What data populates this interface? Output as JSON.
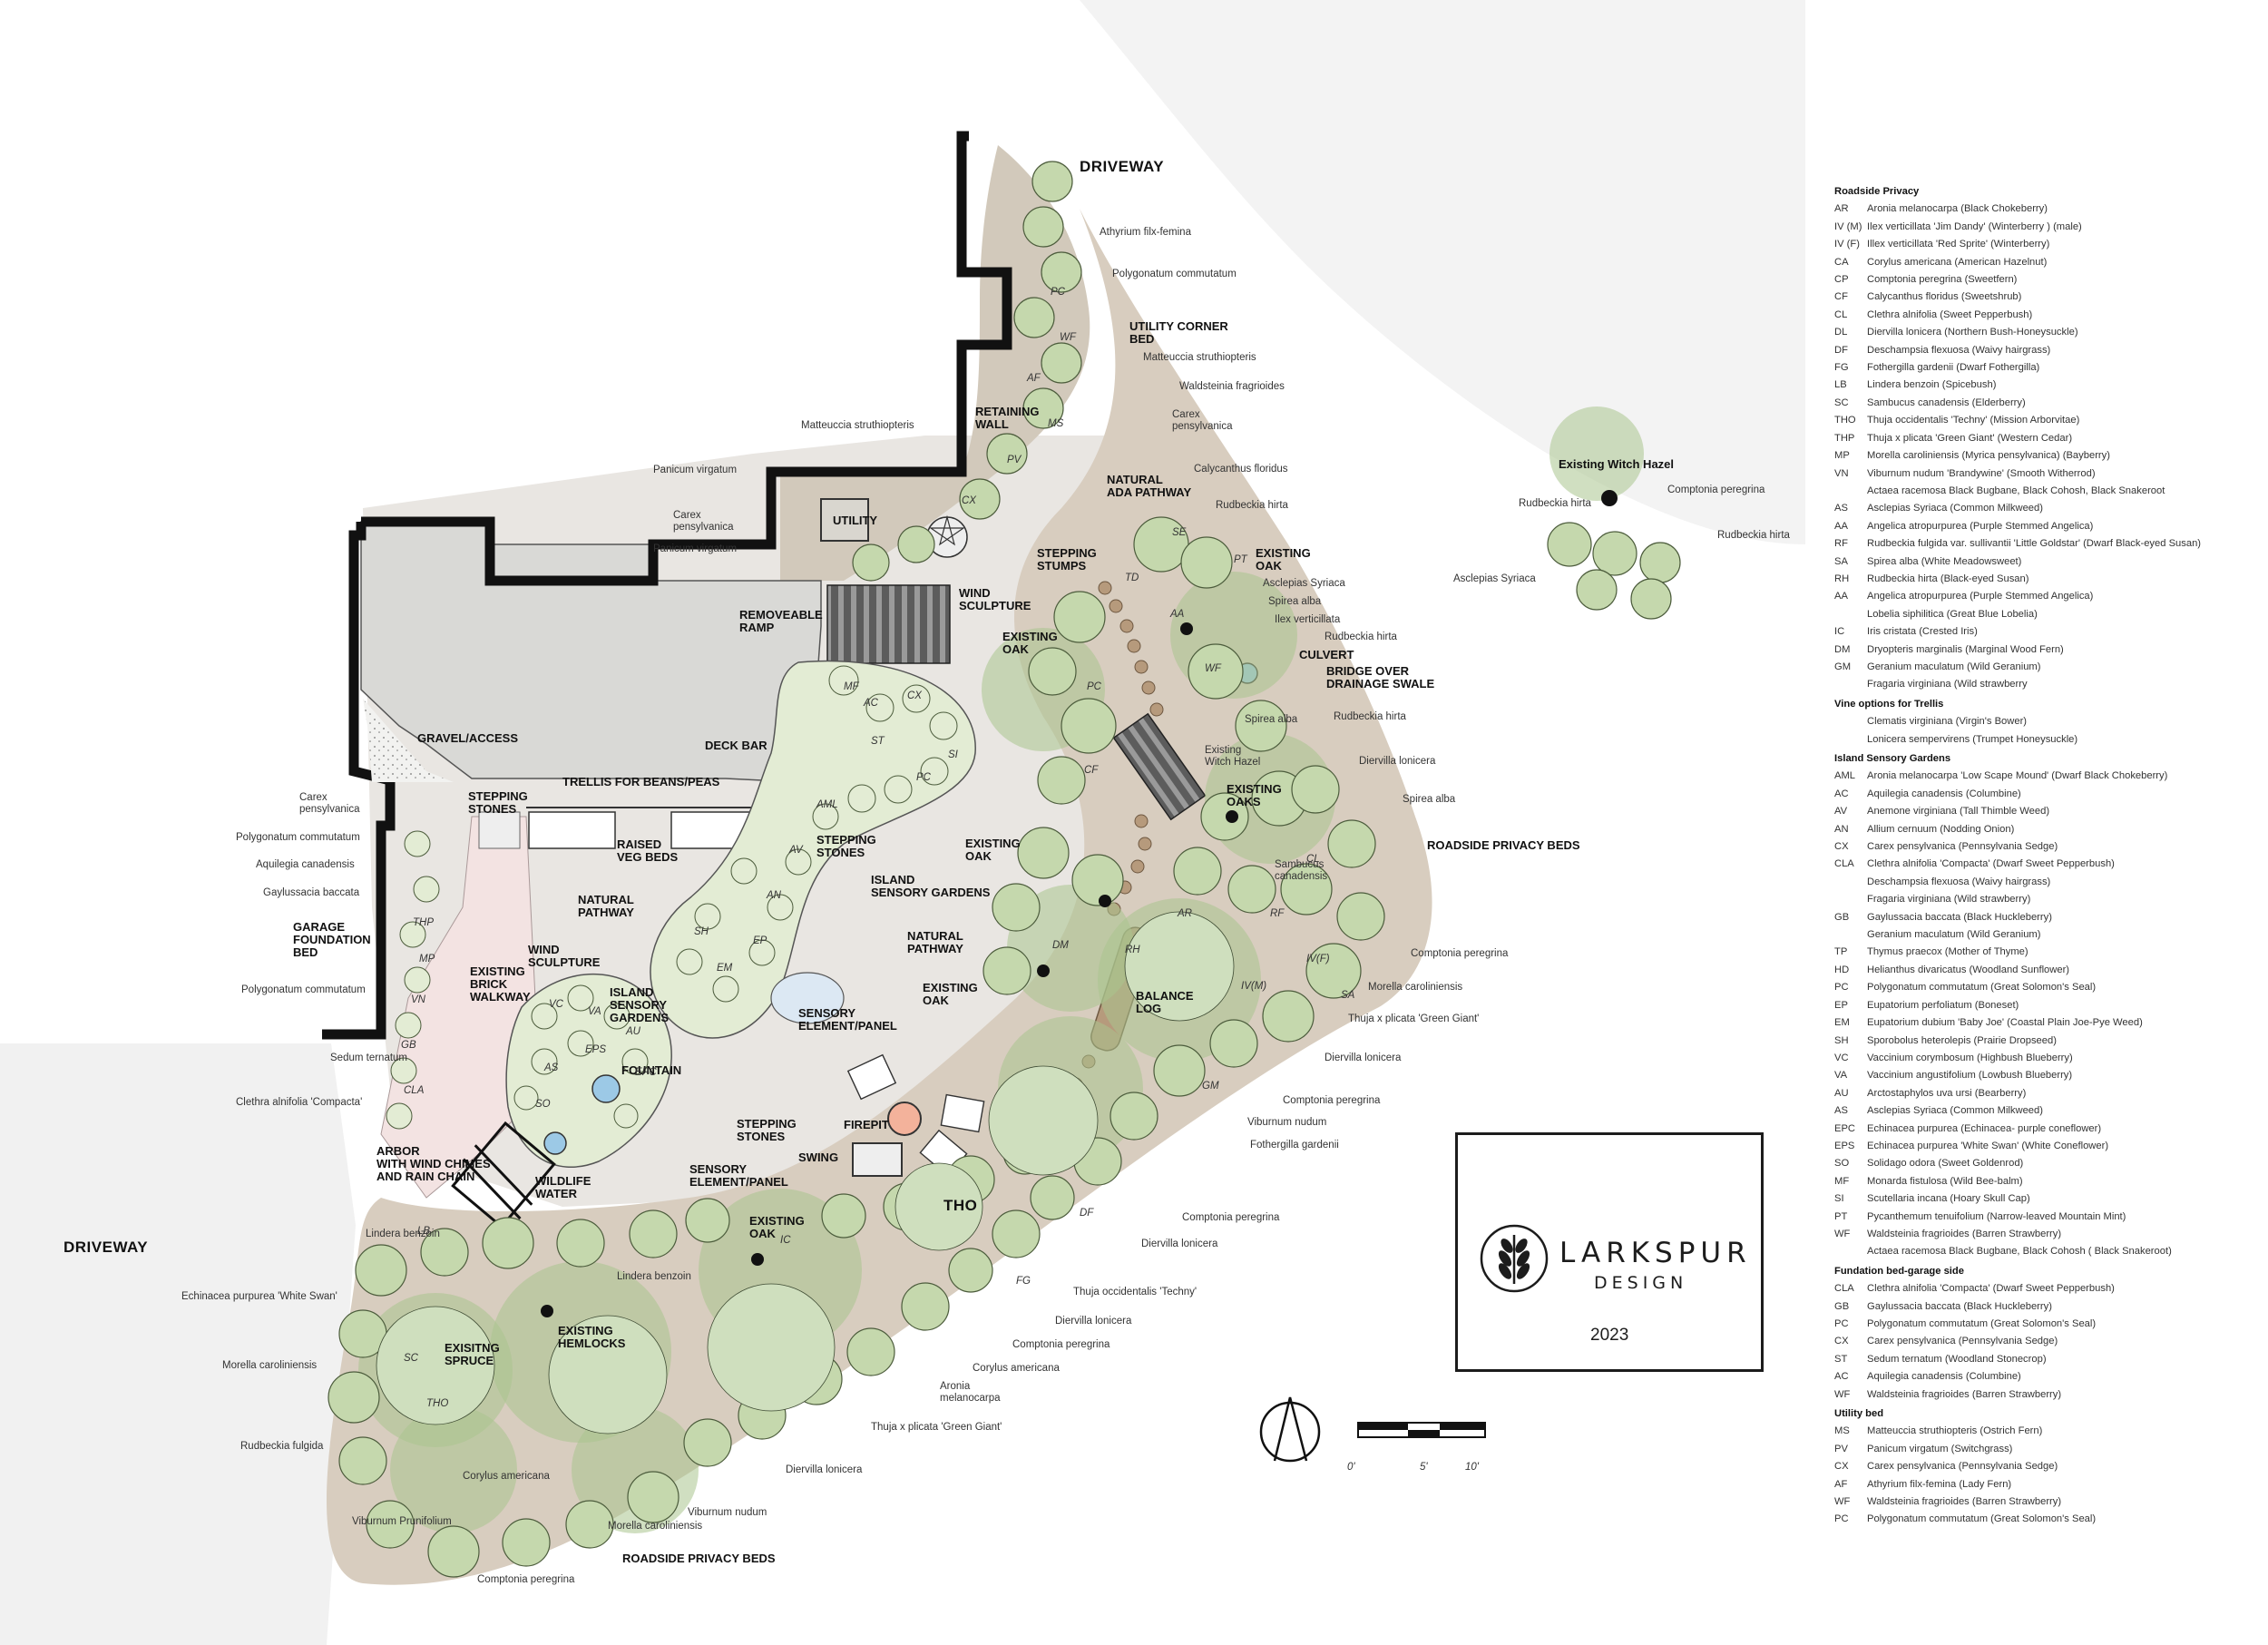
{
  "plan": {
    "driveway_top": "DRIVEWAY",
    "driveway_left": "DRIVEWAY",
    "roadside_privacy_beds": "ROADSIDE PRIVACY BEDS",
    "roadside_privacy_beds_bottom": "ROADSIDE PRIVACY BEDS",
    "utility_corner_bed": [
      "UTILITY CORNER",
      "BED"
    ],
    "retaining_wall": [
      "RETAINING",
      "WALL"
    ],
    "natural_ada_pathway": [
      "NATURAL",
      "ADA PATHWAY"
    ],
    "utility": "UTILITY",
    "wind_sculpture_top": [
      "WIND",
      "SCULPTURE"
    ],
    "removeable_ramp": [
      "REMOVEABLE",
      "RAMP"
    ],
    "gravel_access": "GRAVEL/ACCESS",
    "deck_bar": "DECK BAR",
    "stepping_stones_deck": [
      "STEPPING",
      "STONES"
    ],
    "trellis": "TRELLIS FOR BEANS/PEAS",
    "raised_veg_beds": [
      "RAISED",
      "VEG BEDS"
    ],
    "garage_foundation_bed": [
      "GARAGE",
      "FOUNDATION",
      "BED"
    ],
    "existing_brick_walkway": [
      "EXISTING",
      "BRICK",
      "WALKWAY"
    ],
    "natural_pathway_1": [
      "NATURAL",
      "PATHWAY"
    ],
    "natural_pathway_2": [
      "NATURAL",
      "PATHWAY"
    ],
    "wind_sculpture_mid": [
      "WIND",
      "SCULPTURE"
    ],
    "island_sensory_gardens_1": [
      "ISLAND",
      "SENSORY",
      "GARDENS"
    ],
    "island_sensory_gardens_2": [
      "ISLAND",
      "SENSORY GARDENS"
    ],
    "stepping_stones_island": [
      "STEPPING",
      "STONES"
    ],
    "sensory_element_1": [
      "SENSORY",
      "ELEMENT/PANEL"
    ],
    "sensory_element_2": [
      "SENSORY",
      "ELEMENT/PANEL"
    ],
    "fountain": "FOUNTAIN",
    "stepping_stones_low": [
      "STEPPING",
      "STONES"
    ],
    "firepit": "FIREPIT",
    "swing": "SWING",
    "arbor": [
      "ARBOR",
      "WITH WIND CHIMES",
      "AND RAIN CHAIN"
    ],
    "wildlife_water": [
      "WILDLIFE",
      "WATER"
    ],
    "stepping_stumps": [
      "STEPPING",
      "STUMPS"
    ],
    "existing_oak_1": [
      "EXISTING",
      "OAK"
    ],
    "existing_oak_2": [
      "EXISTING",
      "OAK"
    ],
    "existing_oak_3": [
      "EXISTING",
      "OAK"
    ],
    "existing_oak_4": [
      "EXISTING",
      "OAK"
    ],
    "existing_oak_5": [
      "EXISTING",
      "OAK"
    ],
    "existing_oaks": [
      "EXISTING",
      "OAKS"
    ],
    "existing_witch_hazel_center": [
      "Existing",
      "Witch Hazel"
    ],
    "culvert": "CULVERT",
    "bridge": [
      "BRIDGE OVER",
      "DRAINAGE SWALE"
    ],
    "balance_log": [
      "BALANCE",
      "LOG"
    ],
    "existing_spruce": [
      "EXISITNG",
      "SPRUCE"
    ],
    "existing_hemlocks": [
      "EXISTING",
      "HEMLOCKS"
    ],
    "existing_witch_hazel": "Existing Witch Hazel",
    "tho": "THO",
    "plant_labels": {
      "athyrium": "Athyrium filx-femina",
      "polygonatum_top": "Polygonatum commutatum",
      "matteuccia_1": "Matteuccia struthiopteris",
      "waldsteinia": "Waldsteinia fragrioides",
      "carex_top": [
        "Carex",
        "pensylvanica"
      ],
      "matteuccia_2": "Matteuccia struthiopteris",
      "panicum_1": "Panicum virgatum",
      "carex_util": [
        "Carex",
        "pensylvanica"
      ],
      "panicum_2": "Panicum virgatum",
      "calycanthus": "Calycanthus floridus",
      "rudbeckia_1": "Rudbeckia hirta",
      "asclepias_1": "Asclepias Syriaca",
      "spirea_1": "Spirea alba",
      "ilex": "Ilex verticillata",
      "rudbeckia_2": "Rudbeckia hirta",
      "spirea_2": "Spirea alba",
      "rudbeckia_3": "Rudbeckia hirta",
      "diervilla_1": "Diervilla lonicera",
      "spirea_3": "Spirea alba",
      "sambucus": [
        "Sambucus",
        "canadensis"
      ],
      "comptonia_1": "Comptonia peregrina",
      "morella_1": "Morella caroliniensis",
      "thuja_1": "Thuja x plicata 'Green Giant'",
      "diervilla_2": "Diervilla lonicera",
      "comptonia_2": "Comptonia peregrina",
      "viburnum_1": "Viburnum nudum",
      "fothergilla": "Fothergilla gardenii",
      "comptonia_3": "Comptonia peregrina",
      "diervilla_3": "Diervilla lonicera",
      "thuja_techny": "Thuja occidentalis 'Techny'",
      "diervilla_4": "Diervilla lonicera",
      "comptonia_4": "Comptonia peregrina",
      "corylus_1": "Corylus americana",
      "aronia": [
        "Aronia",
        "melanocarpa"
      ],
      "thuja_2": "Thuja x plicata 'Green Giant'",
      "diervilla_5": "Diervilla lonicera",
      "viburnum_2": "Viburnum nudum",
      "morella_2": "Morella caroliniensis",
      "comptonia_5": "Comptonia peregrina",
      "viburnum_prunifolium": "Viburnum Prunifolium",
      "corylus_2": "Corylus americana",
      "rudbeckia_fulgida": "Rudbeckia fulgida",
      "morella_3": "Morella caroliniensis",
      "echinacea": "Echinacea purpurea 'White Swan'",
      "lindera_1": "Lindera benzoin",
      "lindera_2": "Lindera benzoin",
      "carex_garage": [
        "Carex",
        "pensylvanica"
      ],
      "polygonatum_g1": "Polygonatum commutatum",
      "aquilegia": "Aquilegia canadensis",
      "gaylussacia": "Gaylussacia  baccata",
      "polygonatum_g2": "Polygonatum commutatum",
      "sedum": "Sedum ternatum",
      "clethra": "Clethra alnifolia 'Compacta'",
      "rudbeckia_wh1": "Rudbeckia hirta",
      "comptonia_wh": "Comptonia peregrina",
      "rudbeckia_wh2": "Rudbeckia hirta",
      "asclepias_wh": "Asclepias Syriaca"
    },
    "bed_codes": [
      "PC",
      "WF",
      "AF",
      "MS",
      "PV",
      "CX",
      "SE",
      "TD",
      "PC",
      "WF",
      "CF",
      "CL",
      "AR",
      "IV(F)",
      "IV(M)",
      "DF",
      "FG",
      "LB",
      "SC",
      "THO",
      "THP",
      "MP",
      "VN",
      "GB",
      "CLA",
      "AC",
      "CX",
      "ST",
      "PC",
      "AML",
      "AV",
      "AN",
      "EP",
      "EM",
      "SH",
      "VC",
      "VA",
      "AU",
      "AS",
      "EPC",
      "EPS",
      "SO",
      "MF",
      "SI",
      "PT",
      "AA",
      "RF",
      "SA",
      "RH",
      "DM",
      "GM",
      "IC"
    ],
    "scale_labels": [
      "0'",
      "5'",
      "10'"
    ],
    "colors": {
      "tree_canopy": "#a9c48e",
      "shrub": "#c5d8ad",
      "perennial": "#e3ecd4",
      "bed_tan": "#d8cdbf",
      "path_gray": "#e7e5e1",
      "deck_gray": "#d9d9d6",
      "brick_pink": "#f3e3e2",
      "wall_black": "#111111"
    },
    "icons": [
      "north-arrow-icon",
      "scale-bar-icon",
      "leaf-emblem-icon"
    ]
  },
  "legend": {
    "sections": [
      {
        "title": "Roadside Privacy",
        "rows": [
          [
            "AR",
            "Aronia melanocarpa (Black Chokeberry)"
          ],
          [
            "IV (M)",
            "Ilex verticillata 'Jim Dandy' (Winterberry ) (male)"
          ],
          [
            "IV (F)",
            "Illex verticillata 'Red Sprite' (Winterberry)"
          ],
          [
            "CA",
            "Corylus americana (American Hazelnut)"
          ],
          [
            "CP",
            "Comptonia peregrina (Sweetfern)"
          ],
          [
            "CF",
            "Calycanthus floridus (Sweetshrub)"
          ],
          [
            "CL",
            "Clethra alnifolia (Sweet Pepperbush)"
          ],
          [
            "DL",
            "Diervilla lonicera  (Northern Bush-Honeysuckle)"
          ],
          [
            "DF",
            "Deschampsia flexuosa (Waivy hairgrass)"
          ],
          [
            "FG",
            "Fothergilla gardenii (Dwarf Fothergilla)"
          ],
          [
            "LB",
            "Lindera benzoin (Spicebush)"
          ],
          [
            "SC",
            "Sambucus canadensis  (Elderberry)"
          ],
          [
            "THO",
            "Thuja occidentalis 'Techny' (Mission Arborvitae)"
          ],
          [
            "THP",
            "Thuja x plicata 'Green Giant' (Western Cedar)"
          ],
          [
            "MP",
            "Morella caroliniensis (Myrica pensylvanica) (Bayberry)"
          ],
          [
            "VN",
            "Viburnum nudum 'Brandywine' (Smooth Witherrod)"
          ],
          [
            "",
            "Actaea racemosa   Black Bugbane, Black Cohosh, Black Snakeroot"
          ],
          [
            "AS",
            "Asclepias Syriaca (Common Milkweed)"
          ],
          [
            "AA",
            "Angelica atropurpurea (Purple Stemmed Angelica)"
          ],
          [
            "RF",
            "Rudbeckia fulgida var. sullivantii 'Little Goldstar' (Dwarf Black-eyed Susan)"
          ],
          [
            "SA",
            "Spirea alba (White Meadowsweet)"
          ],
          [
            "RH",
            "Rudbeckia hirta (Black-eyed Susan)"
          ],
          [
            "AA",
            "Angelica atropurpurea (Purple Stemmed Angelica)"
          ],
          [
            "",
            "Lobelia siphilitica (Great Blue Lobelia)"
          ],
          [
            "IC",
            "Iris cristata (Crested Iris)"
          ],
          [
            "DM",
            "Dryopteris marginalis (Marginal Wood Fern)"
          ],
          [
            "GM",
            "Geranium maculatum  (Wild Geranium)"
          ],
          [
            "",
            "Fragaria virginiana  (Wild strawberry"
          ]
        ]
      },
      {
        "title": "Vine options for Trellis",
        "rows": [
          [
            "",
            "Clematis virginiana (Virgin's Bower)"
          ],
          [
            "",
            "Lonicera sempervirens (Trumpet Honeysuckle)"
          ]
        ]
      },
      {
        "title": "Island Sensory Gardens",
        "rows": [
          [
            "AML",
            "Aronia melanocarpa 'Low Scape Mound' (Dwarf Black Chokeberry)"
          ],
          [
            "AC",
            "Aquilegia canadensis (Columbine)"
          ],
          [
            "AV",
            "Anemone virginiana (Tall Thimble Weed)"
          ],
          [
            "AN",
            "Allium cernuum (Nodding Onion)"
          ],
          [
            "CX",
            "Carex pensylvanica  (Pennsylvania Sedge)"
          ],
          [
            "CLA",
            "Clethra alnifolia 'Compacta' (Dwarf Sweet Pepperbush)"
          ],
          [
            "",
            "Deschampsia flexuosa (Waivy hairgrass)"
          ],
          [
            "",
            "Fragaria virginiana  (Wild strawberry)"
          ],
          [
            "GB",
            "Gaylussacia baccata  (Black Huckleberry)"
          ],
          [
            "",
            "Geranium maculatum  (Wild Geranium)"
          ],
          [
            "TP",
            "Thymus praecox (Mother of Thyme)"
          ],
          [
            "HD",
            "Helianthus divaricatus (Woodland Sunflower)"
          ],
          [
            "PC",
            "Polygonatum commutatum  (Great Solomon's Seal)"
          ],
          [
            "EP",
            "Eupatorium perfoliatum (Boneset)"
          ],
          [
            "EM",
            "Eupatorium dubium 'Baby Joe' (Coastal Plain Joe-Pye Weed)"
          ],
          [
            "SH",
            "Sporobolus heterolepis (Prairie Dropseed)"
          ],
          [
            "VC",
            "Vaccinium corymbosum   (Highbush Blueberry)"
          ],
          [
            "VA",
            "Vaccinium angustifolium   (Lowbush Blueberry)"
          ],
          [
            "AU",
            "Arctostaphylos uva ursi (Bearberry)"
          ],
          [
            "AS",
            "Asclepias Syriaca (Common Milkweed)"
          ],
          [
            "EPC",
            "Echinacea purpurea  (Echinacea- purple coneflower)"
          ],
          [
            "EPS",
            "Echinacea purpurea 'White Swan' (White Coneflower)"
          ],
          [
            "SO",
            "Solidago odora (Sweet Goldenrod)"
          ],
          [
            "MF",
            "Monarda fistulosa  (Wild Bee-balm)"
          ],
          [
            "SI",
            "Scutellaria incana  (Hoary Skull Cap)"
          ],
          [
            "PT",
            "Pycanthemum tenuifolium (Narrow-leaved Mountain Mint)"
          ],
          [
            "WF",
            "Waldsteinia fragrioides (Barren Strawberry)"
          ],
          [
            "",
            "Actaea racemosa   Black Bugbane,  Black Cohosh ( Black Snakeroot)"
          ]
        ]
      },
      {
        "title": "Fundation bed-garage side",
        "rows": [
          [
            "CLA",
            "Clethra alnifolia 'Compacta' (Dwarf Sweet Pepperbush)"
          ],
          [
            "GB",
            "Gaylussacia baccata  (Black Huckleberry)"
          ],
          [
            "PC",
            "Polygonatum commutatum  (Great Solomon's Seal)"
          ],
          [
            "CX",
            "Carex pensylvanica  (Pennsylvania Sedge)"
          ],
          [
            "ST",
            "Sedum ternatum    (Woodland Stonecrop)"
          ],
          [
            "AC",
            "Aquilegia canadensis (Columbine)"
          ],
          [
            "WF",
            "Waldsteinia fragrioides (Barren Strawberry)"
          ]
        ]
      },
      {
        "title": "Utility bed",
        "rows": [
          [
            "MS",
            "Matteuccia struthiopteris  (Ostrich Fern)"
          ],
          [
            "PV",
            "Panicum virgatum  (Switchgrass)"
          ],
          [
            "CX",
            "Carex pensylvanica   (Pennsylvania Sedge)"
          ],
          [
            "AF",
            "Athyrium filx-femina (Lady Fern)"
          ],
          [
            "WF",
            "Waldsteinia fragrioides (Barren Strawberry)"
          ],
          [
            "PC",
            "Polygonatum commutatum  (Great Solomon's Seal)"
          ]
        ]
      }
    ]
  },
  "logo": {
    "name": "LARKSPUR",
    "sub": "DESIGN",
    "year": "2023"
  }
}
